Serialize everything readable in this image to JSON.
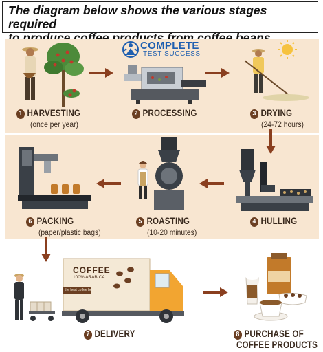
{
  "title": {
    "line1": "The diagram below shows the various stages required",
    "line2": "to produce coffee products from coffee beans."
  },
  "brand": {
    "top": "COMPLETE",
    "bottom": "TEST SUCCESS"
  },
  "stages": [
    {
      "number": "1",
      "label": "HARVESTING",
      "sub": "(once per year)"
    },
    {
      "number": "2",
      "label": "PROCESSING",
      "sub": ""
    },
    {
      "number": "3",
      "label": "DRYING",
      "sub": "(24-72 hours)"
    },
    {
      "number": "4",
      "label": "HULLING",
      "sub": ""
    },
    {
      "number": "5",
      "label": "ROASTING",
      "sub": "(10-20 minutes)"
    },
    {
      "number": "6",
      "label": "PACKING",
      "sub": "(paper/plastic bags)"
    },
    {
      "number": "7",
      "label": "DELIVERY",
      "sub": ""
    },
    {
      "number": "8",
      "label": "PURCHASE OF",
      "sub": "COFFEE PRODUCTS"
    }
  ],
  "truck": {
    "brand": "COFFEE",
    "tagline": "100% ARABICA",
    "sticker": "the best coffee beans"
  },
  "colors": {
    "band": "#f8e6d1",
    "arrow": "#8a3f1f",
    "number_badge": "#6b3f22",
    "label": "#3a2a1e",
    "brand_blue": "#1f5fb0"
  }
}
